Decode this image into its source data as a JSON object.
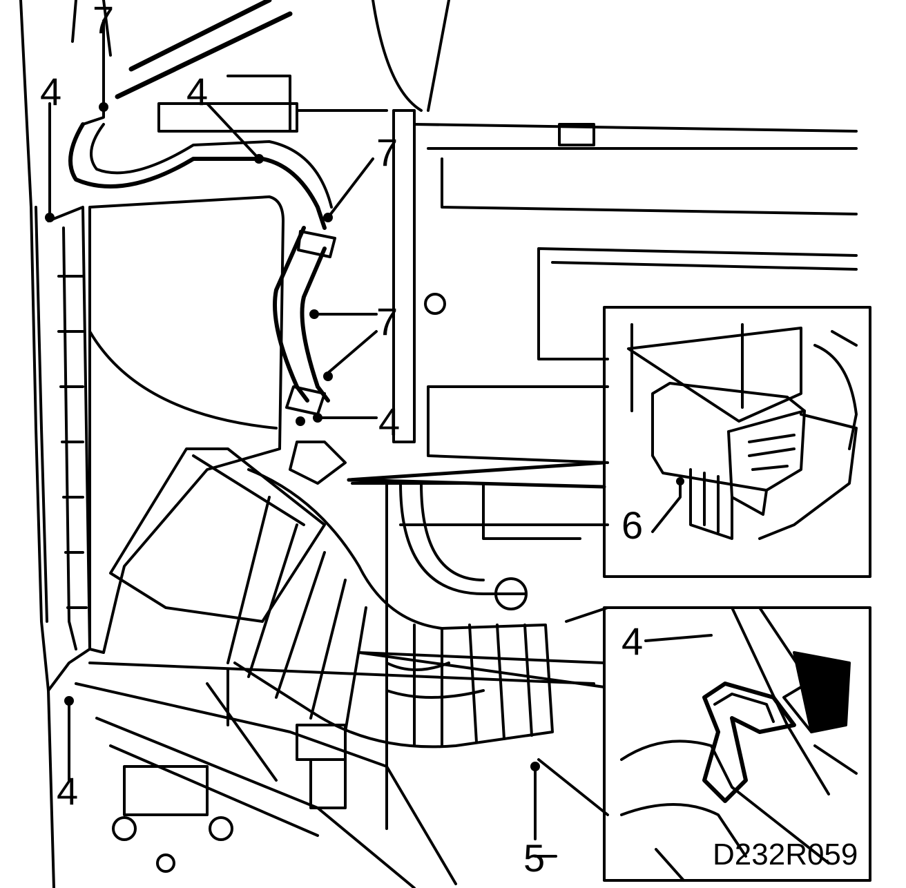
{
  "drawing_code": "D232R059",
  "callouts": {
    "c7_top": "7",
    "c4_top_left": "4",
    "c4_top_mid": "4",
    "c7_right_upper": "7",
    "c7_right_mid": "7",
    "c4_mid": "4",
    "c4_bottom_left": "4",
    "c5_bottom": "5",
    "c6_inset": "6",
    "c4_inset": "4"
  },
  "colors": {
    "line": "#000000",
    "background": "#ffffff"
  }
}
